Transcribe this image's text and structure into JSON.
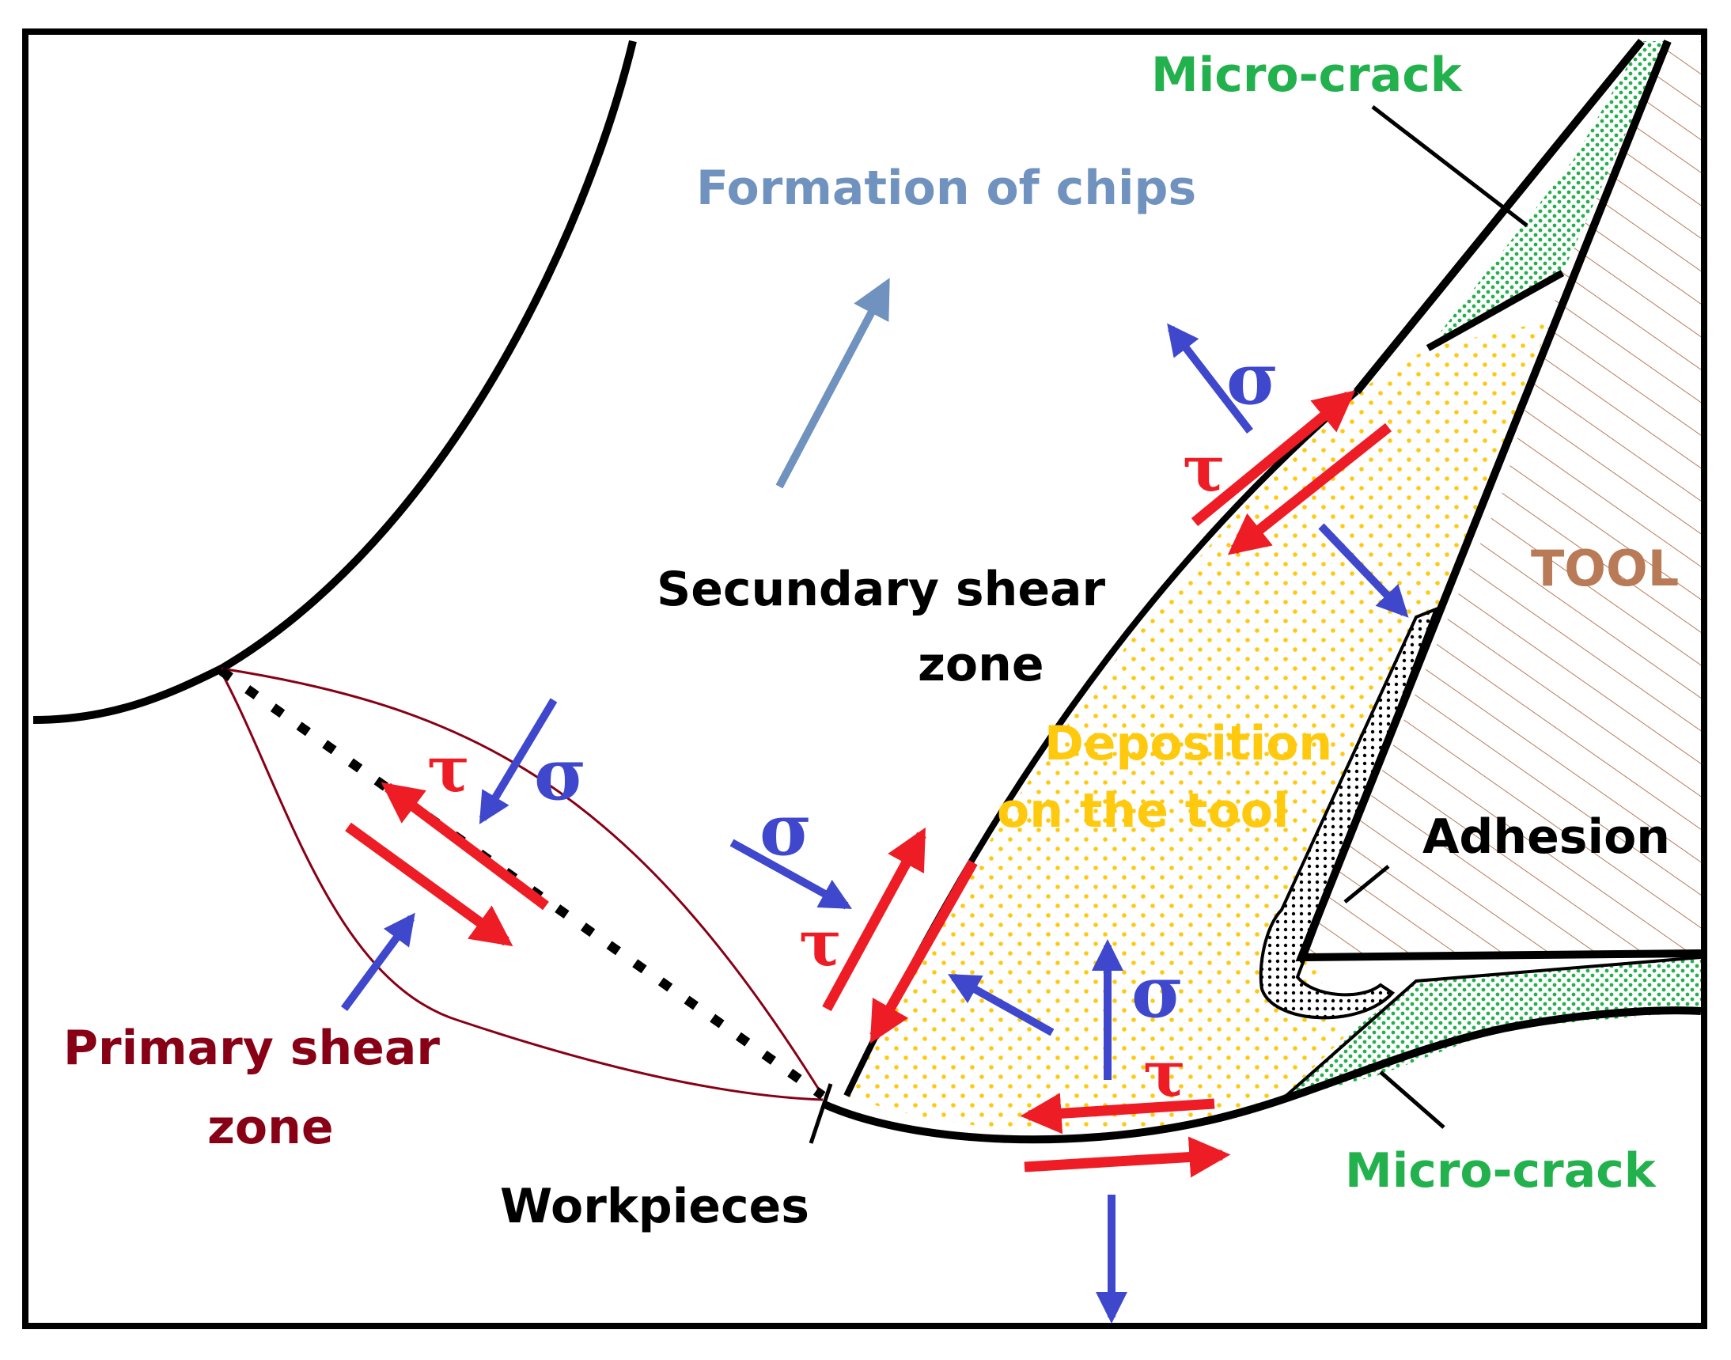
{
  "labels": {
    "micro_crack_top": "Micro-crack",
    "formation_of_chips": "Formation of chips",
    "secundary_shear_line1": "Secundary shear",
    "secundary_shear_line2": "zone",
    "tool": "TOOL",
    "deposition_line1": "Deposition",
    "deposition_line2": "on the tool",
    "adhesion": "Adhesion",
    "primary_shear_line1": "Primary shear",
    "primary_shear_line2": "zone",
    "workpieces": "Workpieces",
    "micro_crack_bottom": "Micro-crack"
  },
  "symbols": {
    "sigma": "σ",
    "tau": "τ"
  },
  "colors": {
    "outline": "#000000",
    "stress_shear": "#ee1c24",
    "stress_normal": "#3f48cc",
    "chip_flow": "#7092be",
    "micro_crack": "#22b14c",
    "tool_label": "#b97a57",
    "deposition": "#ffc90e",
    "primary_zone": "#880015"
  }
}
